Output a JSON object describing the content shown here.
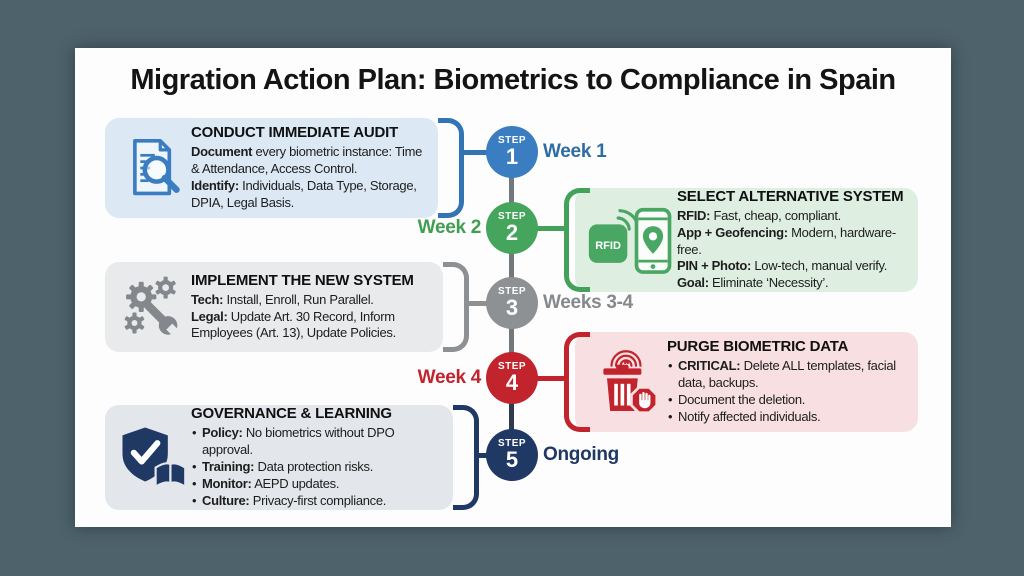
{
  "title": "Migration Action Plan: Biometrics to Compliance in Spain",
  "background": {
    "surround": "#4a5d64",
    "slide": "#fdfdfd"
  },
  "steps": [
    {
      "step_word": "STEP",
      "number": "1",
      "time_label": "Week 1",
      "color": "#3b7dc1"
    },
    {
      "step_word": "STEP",
      "number": "2",
      "time_label": "Week 2",
      "color": "#45a55c"
    },
    {
      "step_word": "STEP",
      "number": "3",
      "time_label": "Weeks 3-4",
      "color": "#8d9194"
    },
    {
      "step_word": "STEP",
      "number": "4",
      "time_label": "Week 4",
      "color": "#c2242e"
    },
    {
      "step_word": "STEP",
      "number": "5",
      "time_label": "Ongoing",
      "color": "#1f3864"
    }
  ],
  "boxes": [
    {
      "heading": "CONDUCT IMMEDIATE AUDIT",
      "icon": "document-magnifier-icon",
      "accent": "#3374b5",
      "bg": "#dce9f5",
      "lines": [
        {
          "bold": "Document",
          "rest": " every biometric instance: Time & Attendance, Access Control."
        },
        {
          "bold": "Identify:",
          "rest": " Individuals, Data Type, Storage, DPIA, Legal Basis."
        }
      ]
    },
    {
      "heading": "SELECT ALTERNATIVE SYSTEM",
      "icon": "rfid-phone-geofencing-icon",
      "accent": "#43a25a",
      "bg": "#deefe2",
      "lines": [
        {
          "bold": "RFID:",
          "rest": " Fast, cheap, compliant."
        },
        {
          "bold": "App + Geofencing:",
          "rest": " Modern, hardware-free."
        },
        {
          "bold": "PIN + Photo:",
          "rest": " Low-tech, manual verify."
        },
        {
          "bold": "Goal:",
          "rest": " Eliminate ‘Necessity’."
        }
      ]
    },
    {
      "heading": "IMPLEMENT THE NEW SYSTEM",
      "icon": "gears-wrench-icon",
      "accent": "#8d9194",
      "bg": "#e9eaec",
      "lines": [
        {
          "bold": "Tech:",
          "rest": " Install, Enroll, Run Parallel."
        },
        {
          "bold": "Legal:",
          "rest": " Update Art. 30 Record, Inform Employees (Art. 13), Update Policies."
        }
      ]
    },
    {
      "heading": "PURGE BIOMETRIC DATA",
      "icon": "fingerprint-trash-stop-icon",
      "accent": "#c2242e",
      "bg": "#f8e0e2",
      "bullet": "•",
      "lines": [
        {
          "bold": "CRITICAL:",
          "rest": " Delete ALL templates, facial data, backups."
        },
        {
          "bold": "",
          "rest": "Document the deletion."
        },
        {
          "bold": "",
          "rest": "Notify affected individuals."
        }
      ]
    },
    {
      "heading": "GOVERNANCE & LEARNING",
      "icon": "shield-check-book-icon",
      "accent": "#1f3864",
      "bg": "#e3e6eb",
      "bullet": "•",
      "lines": [
        {
          "bold": "Policy:",
          "rest": " No biometrics without DPO approval."
        },
        {
          "bold": "Training:",
          "rest": " Data protection risks."
        },
        {
          "bold": "Monitor:",
          "rest": " AEPD updates."
        },
        {
          "bold": "Culture:",
          "rest": " Privacy-first compliance."
        }
      ]
    }
  ]
}
